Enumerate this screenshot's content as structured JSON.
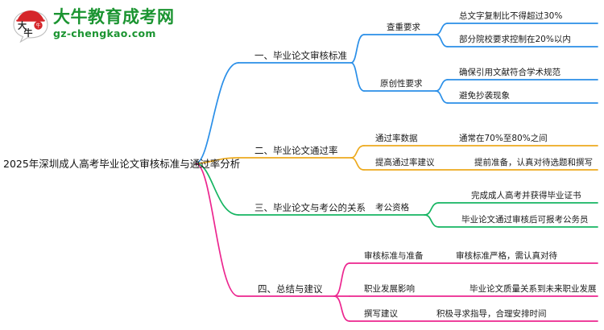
{
  "logo": {
    "mark_text": "大牛",
    "name_cn": "大牛教育成考网",
    "name_en": "gz-chengkao.com",
    "brand_green": "#1b9431",
    "brand_red": "#d5262a"
  },
  "mindmap": {
    "root": "2025年深圳成人高考毕业论文审核标准与通过率分析",
    "branches": [
      {
        "label": "一、毕业论文审核标准",
        "color": "#2a8fe8",
        "children": [
          {
            "label": "查重要求",
            "leaves": [
              "总文字复制比不得超过30%",
              "部分院校要求控制在20%以内"
            ]
          },
          {
            "label": "原创性要求",
            "leaves": [
              "确保引用文献符合学术规范",
              "避免抄袭现象"
            ]
          }
        ]
      },
      {
        "label": "二、毕业论文通过率",
        "color": "#edaa1e",
        "children": [
          {
            "label": "通过率数据",
            "leaves": [
              "通常在70%至80%之间"
            ]
          },
          {
            "label": "提高通过率建议",
            "leaves": [
              "提前准备，认真对待选题和撰写"
            ]
          }
        ]
      },
      {
        "label": "三、毕业论文与考公的关系",
        "color": "#16b562",
        "children": [
          {
            "label": "考公资格",
            "leaves": [
              "完成成人高考并获得毕业证书",
              "毕业论文通过审核后可报考公务员"
            ]
          }
        ]
      },
      {
        "label": "四、总结与建议",
        "color": "#ec268f",
        "children": [
          {
            "label": "审核标准与准备",
            "leaves": [
              "审核标准严格，需认真对待"
            ]
          },
          {
            "label": "职业发展影响",
            "leaves": [
              "毕业论文质量关系到未来职业发展"
            ]
          },
          {
            "label": "撰写建议",
            "leaves": [
              "积极寻求指导，合理安排时间"
            ]
          }
        ]
      }
    ]
  }
}
